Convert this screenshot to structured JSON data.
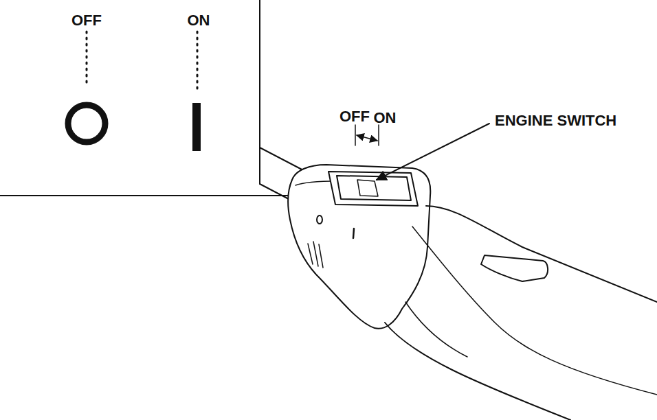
{
  "diagram": {
    "labels": [
      "OFF",
      "ON",
      "OFF",
      "ON",
      "ENGINE SWITCH"
    ]
  }
}
